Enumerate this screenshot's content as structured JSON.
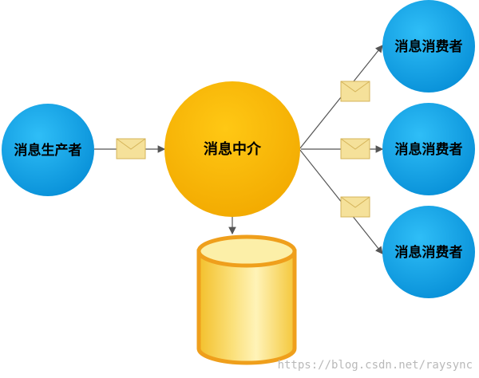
{
  "producer": {
    "label": "消息生产者"
  },
  "broker": {
    "label": "消息中介"
  },
  "consumers": [
    {
      "label": "消息消费者"
    },
    {
      "label": "消息消费者"
    },
    {
      "label": "消息消费者"
    }
  ],
  "watermark": "https://blog.csdn.net/raysync",
  "colors": {
    "producer_fill": "#0a9ee6",
    "consumer_fill": "#0a9ee6",
    "broker_fill": "#f7b500",
    "storage_fill": "#f7d24a",
    "storage_stroke": "#ef9f1c",
    "envelope_fill": "#f5e19a",
    "envelope_stroke": "#d5b45a",
    "arrow": "#555555"
  },
  "icons": {
    "message": "envelope-icon",
    "storage": "database-cylinder-icon"
  }
}
